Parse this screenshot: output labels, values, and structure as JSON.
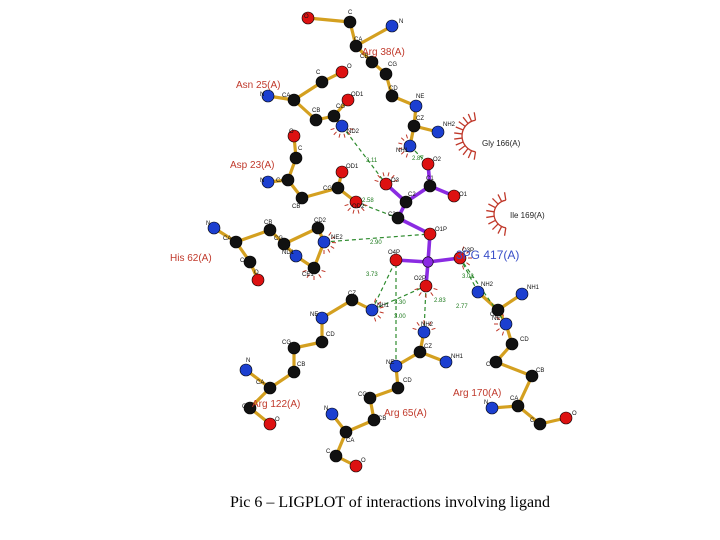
{
  "caption": "Pic 6 – LIGPLOT of interactions involving ligand",
  "ligand": {
    "name": "3PG 417(A)",
    "atom_labels": [
      "O1",
      "O2",
      "O3",
      "C1",
      "C2",
      "C3",
      "O1P",
      "O2P",
      "O3P",
      "O4P",
      "P"
    ]
  },
  "residues": {
    "arg38": {
      "name": "Arg 38(A)",
      "atoms": [
        "O",
        "C",
        "N",
        "CA",
        "CB",
        "CG",
        "CD",
        "NE",
        "CZ",
        "NH2",
        "NH1"
      ]
    },
    "asn25": {
      "name": "Asn 25(A)",
      "atoms": [
        "O",
        "C",
        "N",
        "CA",
        "CB",
        "CG",
        "OD1",
        "ND2"
      ]
    },
    "asp23": {
      "name": "Asp 23(A)",
      "atoms": [
        "O",
        "C",
        "N",
        "CA",
        "CB",
        "CG",
        "OD1",
        "OD2"
      ]
    },
    "his62": {
      "name": "His 62(A)",
      "atoms": [
        "N",
        "CA",
        "C",
        "O",
        "CB",
        "CG",
        "CD2",
        "NE2",
        "ND1",
        "CE1"
      ]
    },
    "arg122": {
      "name": "Arg 122(A)",
      "atoms": [
        "NH1",
        "CZ",
        "NE",
        "CD",
        "CG",
        "CB",
        "CA",
        "N",
        "C",
        "O"
      ]
    },
    "arg65": {
      "name": "Arg 65(A)",
      "atoms": [
        "NH2",
        "CZ",
        "NH1",
        "NE",
        "CD",
        "CG",
        "CB",
        "CA",
        "N",
        "C",
        "O"
      ]
    },
    "arg170": {
      "name": "Arg 170(A)",
      "atoms": [
        "NH2",
        "NH1",
        "CZ",
        "NE",
        "CD",
        "CG",
        "CB",
        "CA",
        "N",
        "C",
        "O"
      ]
    }
  },
  "hydrophobic": [
    {
      "name": "Gly 166(A)"
    },
    {
      "name": "Ile 169(A)"
    }
  ],
  "hbond_distances": [
    "3.11",
    "2.87",
    "2.58",
    "2.90",
    "3.73",
    "3.30",
    "3.00",
    "3.02",
    "2.83",
    "2.77"
  ],
  "colors": {
    "carbon": "#111111",
    "oxygen": "#dd1111",
    "nitrogen": "#1c3fd0",
    "phosphorus": "#8a2be2",
    "residue_bond": "#d4a020",
    "ligand_bond": "#8a2be2",
    "hbond": "#2e8b2e",
    "residue_label": "#c0392b",
    "ligand_label": "#3a4fc8"
  }
}
